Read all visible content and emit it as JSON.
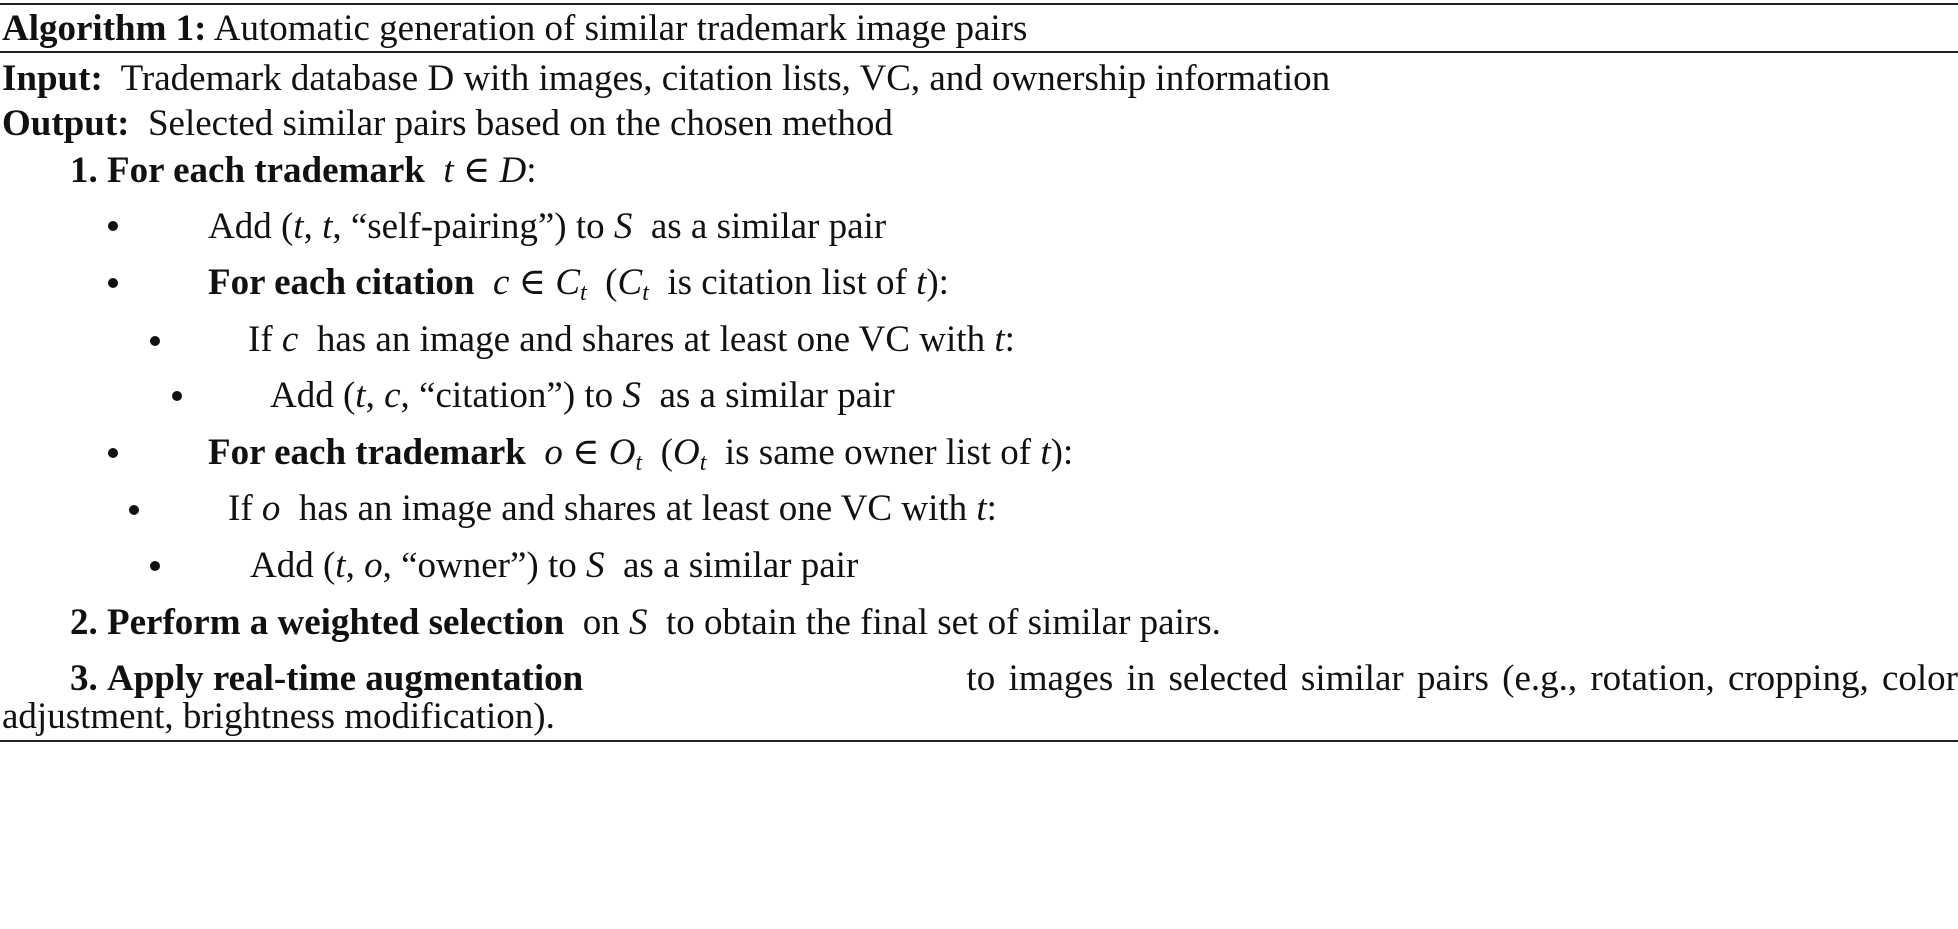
{
  "algorithm": {
    "label": "Algorithm 1:",
    "title": "Automatic generation of similar trademark image pairs",
    "input_label": "Input:",
    "input_text": "Trademark database D with images, citation lists, VC, and ownership information",
    "output_label": "Output:",
    "output_text": "Selected similar pairs based on the chosen method"
  },
  "steps": {
    "step1": {
      "number": "1.",
      "bold": "For each trademark",
      "var": "t",
      "in": "∈",
      "set": "D",
      "tail": ":"
    },
    "self_pair": {
      "prefix": "Add (",
      "v1": "t",
      "sep1": ", ",
      "v2": "t",
      "mid": ", “self-pairing”) to ",
      "set": "S",
      "tail": " as a similar pair"
    },
    "citation_loop": {
      "bold": "For each citation",
      "var": "c",
      "in": "∈",
      "set": "C",
      "sub": "t",
      "paren_open": "(",
      "set2": "C",
      "sub2": "t",
      "desc": " is citation list of ",
      "var2": "t",
      "paren_close": "):"
    },
    "citation_if": {
      "prefix": "If ",
      "var": "c",
      "mid": " has an image and shares at least one VC with ",
      "var2": "t",
      "tail": ":"
    },
    "citation_add": {
      "prefix": "Add (",
      "v1": "t",
      "sep1": ", ",
      "v2": "c",
      "mid": ", “citation”) to ",
      "set": "S",
      "tail": " as a similar pair"
    },
    "owner_loop": {
      "bold": "For each trademark",
      "var": "o",
      "in": "∈",
      "set": "O",
      "sub": "t",
      "paren_open": "(",
      "set2": "O",
      "sub2": "t",
      "desc": " is same owner list of ",
      "var2": "t",
      "paren_close": "):"
    },
    "owner_if": {
      "prefix": "If ",
      "var": "o",
      "mid": " has an image and shares at least one VC with ",
      "var2": "t",
      "tail": ":"
    },
    "owner_add": {
      "prefix": "Add (",
      "v1": "t",
      "sep1": ", ",
      "v2": "o",
      "mid": ", “owner”) to ",
      "set": "S",
      "tail": " as a similar pair"
    },
    "step2": {
      "number": "2.",
      "bold": "Perform a weighted selection",
      "pre": " on ",
      "set": "S",
      "tail": " to obtain the final set of similar pairs."
    },
    "step3": {
      "number": "3.",
      "bold": "Apply real-time augmentation",
      "tail_line1": " to images in selected similar pairs (e.g., rotation, cropping, color",
      "tail_line2": "adjustment, brightness modification)."
    }
  }
}
